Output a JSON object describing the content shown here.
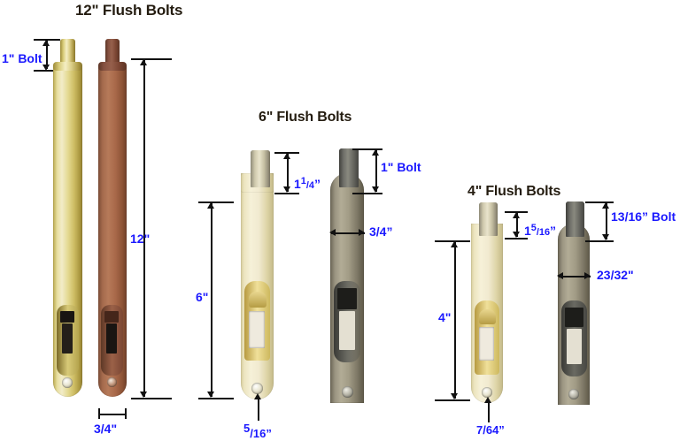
{
  "page": {
    "kind": "product-dimension-diagram",
    "background": "#ffffff",
    "label_color": "#1b19ff",
    "title_color": "#241c10",
    "line_color": "#111111"
  },
  "groups": [
    {
      "id": "g12",
      "title": "12\" Flush Bolts",
      "products": [
        {
          "name": "polished-brass-12",
          "finish": "polished brass"
        },
        {
          "name": "oil-rubbed-bronze-12",
          "finish": "oil rubbed bronze"
        }
      ],
      "labels": {
        "bolt_throw": "1\" Bolt",
        "overall_length": "12\"",
        "plate_width": "3/4\""
      }
    },
    {
      "id": "g6",
      "title": "6\" Flush Bolts",
      "products": [
        {
          "name": "polished-brass-6",
          "finish": "polished brass"
        },
        {
          "name": "antique-brass-6",
          "finish": "antique brass"
        }
      ],
      "labels": {
        "overall_length": "6\"",
        "bolt_throw_left_whole": "1",
        "bolt_throw_left_num": "1",
        "bolt_throw_left_den": "4",
        "bolt_throw_left_unit": "”",
        "bolt_throw_right": "1\" Bolt",
        "plate_width": "3/4”",
        "screw_hole": "5/16”",
        "screw_hole_num": "5",
        "screw_hole_den": "16"
      }
    },
    {
      "id": "g4",
      "title": "4\" Flush Bolts",
      "products": [
        {
          "name": "polished-brass-4",
          "finish": "polished brass"
        },
        {
          "name": "antique-brass-4",
          "finish": "antique brass"
        }
      ],
      "labels": {
        "overall_length": "4\"",
        "bolt_throw_left_whole": "1",
        "bolt_throw_left_num": "5",
        "bolt_throw_left_den": "16",
        "bolt_throw_left_unit": "”",
        "bolt_throw_right": "13/16” Bolt",
        "plate_width": "23/32\"",
        "screw_hole": "7/64”"
      }
    }
  ]
}
